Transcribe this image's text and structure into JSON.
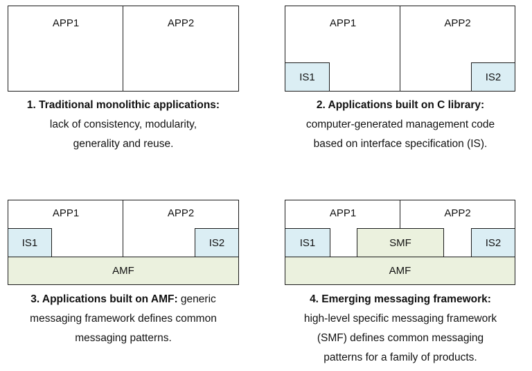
{
  "labels": {
    "app1": "APP1",
    "app2": "APP2",
    "is1": "IS1",
    "is2": "IS2",
    "amf": "AMF",
    "smf": "SMF"
  },
  "captions": {
    "p1": {
      "title": "1. Traditional  monolithic  applications:",
      "line2": "lack of consistency, modularity,",
      "line3": "generality and reuse."
    },
    "p2": {
      "title": "2. Applications  built on C library:",
      "line2": "computer-generated  management code",
      "line3": "based on interface specification (IS)."
    },
    "p3": {
      "title": "3. Applications built on AMF:",
      "title_rest": " generic",
      "line2": "messaging framework defines common",
      "line3": "messaging patterns."
    },
    "p4": {
      "title": "4. Emerging messaging  framework:",
      "line2": "high-level specific messaging framework",
      "line3": "(SMF) defines common messaging",
      "line4": "patterns for a family of products."
    }
  },
  "colors": {
    "is_fill": "#dbeef4",
    "framework_fill": "#ebf1de",
    "border": "#1a1a1a"
  }
}
